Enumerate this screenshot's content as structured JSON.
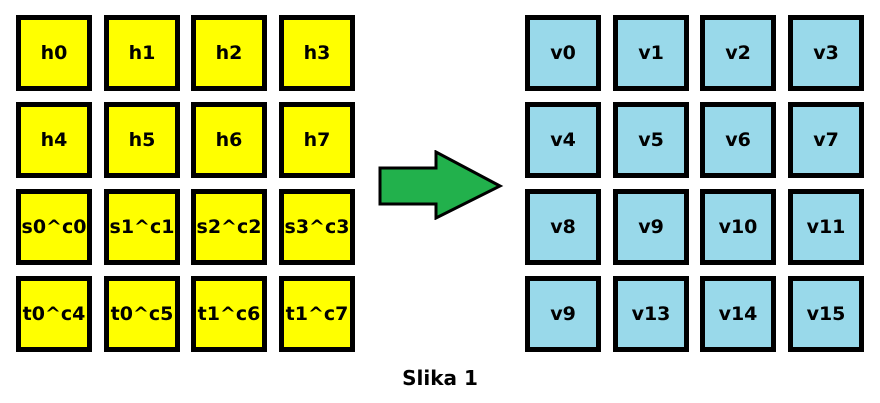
{
  "colors": {
    "left_fill": "#ffff00",
    "right_fill": "#99d9ea",
    "arrow_fill": "#22b14c",
    "border": "#000000"
  },
  "left_grid": [
    [
      "h0",
      "h1",
      "h2",
      "h3"
    ],
    [
      "h4",
      "h5",
      "h6",
      "h7"
    ],
    [
      "s0^c0",
      "s1^c1",
      "s2^c2",
      "s3^c3"
    ],
    [
      "t0^c4",
      "t0^c5",
      "t1^c6",
      "t1^c7"
    ]
  ],
  "right_grid": [
    [
      "v0",
      "v1",
      "v2",
      "v3"
    ],
    [
      "v4",
      "v5",
      "v6",
      "v7"
    ],
    [
      "v8",
      "v9",
      "v10",
      "v11"
    ],
    [
      "v9",
      "v13",
      "v14",
      "v15"
    ]
  ],
  "arrow_icon": "right-arrow-icon",
  "caption": "Slika 1"
}
